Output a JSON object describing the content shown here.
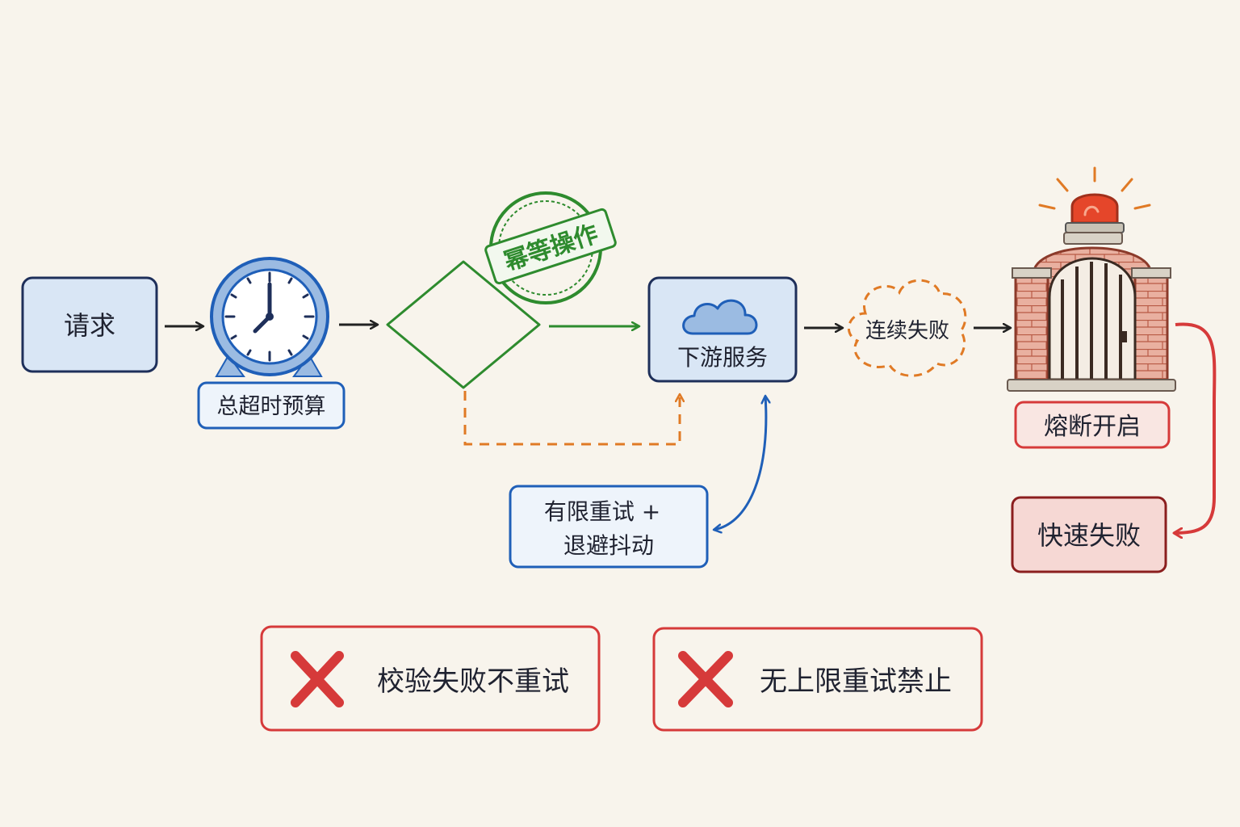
{
  "nodes": {
    "request": "请求",
    "total_timeout_budget": "总超时预算",
    "idempotent_stamp": "幂等操作",
    "downstream_service": "下游服务",
    "consecutive_failures": "连续失败",
    "circuit_open": "熔断开启",
    "fail_fast": "快速失败",
    "retry_line1": "有限重试 +",
    "retry_line2": "退避抖动"
  },
  "rules": [
    {
      "text": "校验失败不重试",
      "icon": "red-x-icon"
    },
    {
      "text": "无上限重试禁止",
      "icon": "red-x-icon"
    }
  ],
  "icons": {
    "clock": "alarm-clock-icon",
    "cloud": "cloud-icon",
    "gate": "barred-gate-icon",
    "siren": "siren-light-icon"
  },
  "colors": {
    "blue": "#1f5fb8",
    "navy": "#1e2f5a",
    "green": "#2e8b2e",
    "orange": "#e07a25",
    "red": "#d63a3a",
    "dark_red": "#8b1e1e",
    "brick": "#c96a55"
  }
}
